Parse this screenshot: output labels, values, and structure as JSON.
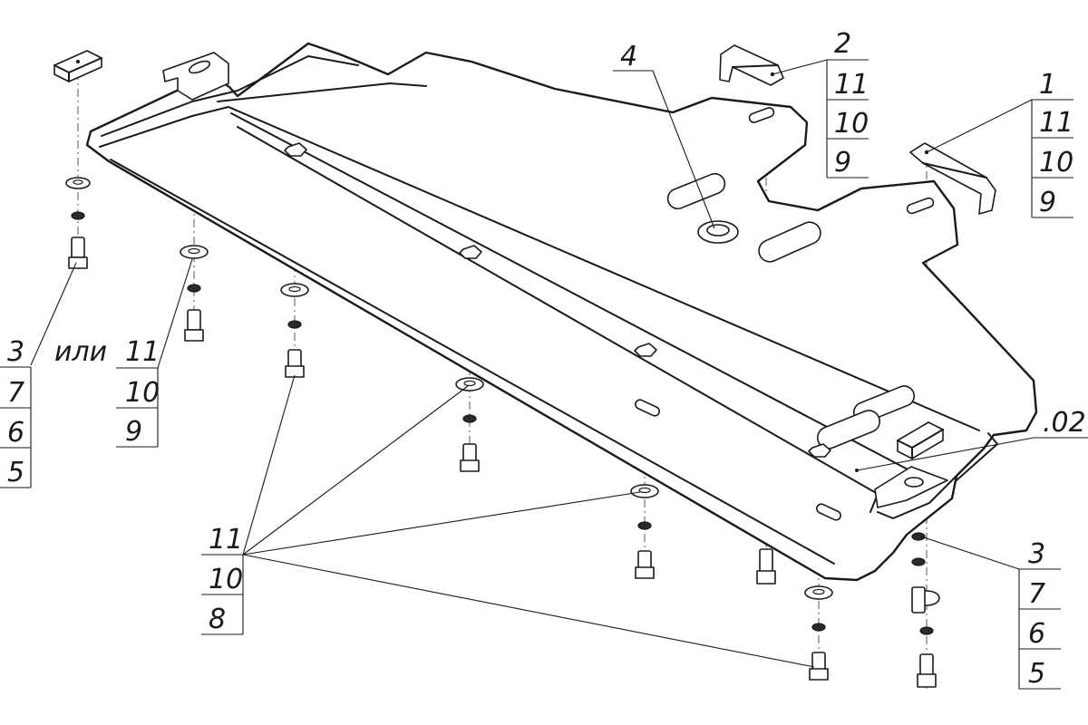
{
  "callouts": {
    "top_left_stack": [
      "3",
      "7",
      "6",
      "5"
    ],
    "or_text": "или",
    "left_mid_stack": [
      "11",
      "10",
      "9"
    ],
    "bottom_left_stack": [
      "11",
      "10",
      "8"
    ],
    "top_mid_number": "4",
    "top_bracket_stack": [
      "2",
      "11",
      "10",
      "9"
    ],
    "right_bracket_stack": [
      "1",
      "11",
      "10",
      "9"
    ],
    "plate_label": ".02",
    "bottom_right_stack": [
      "3",
      "7",
      "6",
      "5"
    ]
  }
}
